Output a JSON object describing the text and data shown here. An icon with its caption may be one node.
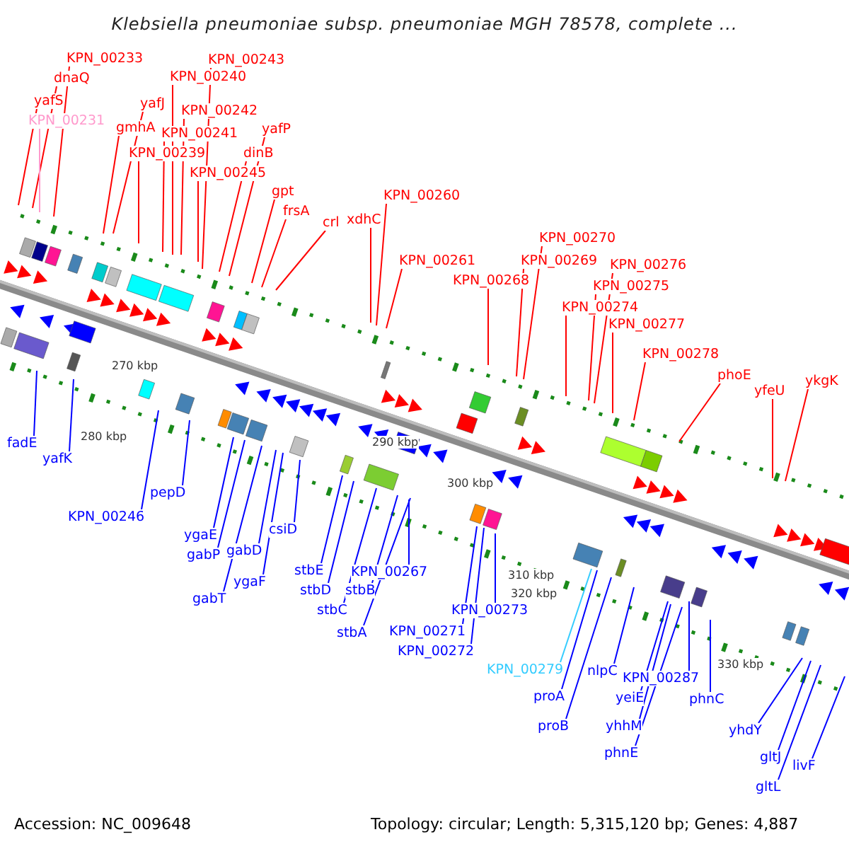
{
  "diagram": {
    "title": "Klebsiella pneumoniae subsp. pneumoniae MGH 78578, complete ...",
    "nodes": [
      {
        "text": [
          "KPN_00233"
        ]
      },
      {
        "text": [
          "dnaQ"
        ]
      },
      {
        "text": [
          "yafS"
        ]
      },
      {
        "text": [
          "KPN_00231"
        ]
      },
      {
        "text": [
          "KPN_00243"
        ]
      },
      {
        "text": [
          "KPN_00240"
        ]
      },
      {
        "text": [
          "yafJ"
        ]
      },
      {
        "text": [
          "KPN_00242"
        ]
      },
      {
        "text": [
          "gmhA"
        ]
      },
      {
        "text": [
          "KPN_00241"
        ]
      },
      {
        "text": [
          "KPN_00239"
        ]
      },
      {
        "text": [
          "yafP"
        ]
      },
      {
        "text": [
          "dinB"
        ]
      },
      {
        "text": [
          "KPN_00245"
        ]
      },
      {
        "text": [
          "gpt"
        ]
      },
      {
        "text": [
          "frsA"
        ]
      },
      {
        "text": [
          "crl"
        ]
      },
      {
        "text": [
          "xdhC"
        ]
      },
      {
        "text": [
          "KPN_00260"
        ]
      },
      {
        "text": [
          "KPN_00261"
        ]
      },
      {
        "text": [
          "KPN_00268"
        ]
      },
      {
        "text": [
          "KPN_00270"
        ]
      },
      {
        "text": [
          "KPN_00269"
        ]
      },
      {
        "text": [
          "KPN_00276"
        ]
      },
      {
        "text": [
          "KPN_00275"
        ]
      },
      {
        "text": [
          "KPN_00274"
        ]
      },
      {
        "text": [
          "KPN_00277"
        ]
      },
      {
        "text": [
          "KPN_00278"
        ]
      },
      {
        "text": [
          "phoE"
        ]
      },
      {
        "text": [
          "yfeU"
        ]
      },
      {
        "text": [
          "ykgK"
        ]
      },
      {
        "text": [
          "fadE"
        ]
      },
      {
        "text": [
          "yafK"
        ]
      },
      {
        "text": [
          "KPN_00246"
        ]
      },
      {
        "text": [
          "pepD"
        ]
      },
      {
        "text": [
          "ygaE"
        ]
      },
      {
        "text": [
          "gabP"
        ]
      },
      {
        "text": [
          "gabT"
        ]
      },
      {
        "text": [
          "gabD"
        ]
      },
      {
        "text": [
          "ygaF"
        ]
      },
      {
        "text": [
          "csiD"
        ]
      },
      {
        "text": [
          "stbE"
        ]
      },
      {
        "text": [
          "stbD"
        ]
      },
      {
        "text": [
          "stbC"
        ]
      },
      {
        "text": [
          "stbB"
        ]
      },
      {
        "text": [
          "stbA"
        ]
      },
      {
        "text": [
          "KPN_00267"
        ]
      },
      {
        "text": [
          "KPN_00271"
        ]
      },
      {
        "text": [
          "KPN_00272"
        ]
      },
      {
        "text": [
          "KPN_00273"
        ]
      },
      {
        "text": [
          "KPN_00279"
        ]
      },
      {
        "text": [
          "proA"
        ]
      },
      {
        "text": [
          "proB"
        ]
      },
      {
        "text": [
          "nlpC"
        ]
      },
      {
        "text": [
          "KPN_00287"
        ]
      },
      {
        "text": [
          "yeiE"
        ]
      },
      {
        "text": [
          "yhhM"
        ]
      },
      {
        "text": [
          "phnE"
        ]
      },
      {
        "text": [
          "phnC"
        ]
      },
      {
        "text": [
          "yhdY"
        ]
      },
      {
        "text": [
          "gltJ"
        ]
      },
      {
        "text": [
          "gltL"
        ]
      },
      {
        "text": [
          "livF"
        ]
      }
    ],
    "edges": [
      {
        "from": 0,
        "to": null,
        "arrow": "none",
        "color": "#ff0000"
      },
      {
        "from": 1,
        "to": null,
        "arrow": "none",
        "color": "#ff0000"
      },
      {
        "from": 2,
        "to": null,
        "arrow": "none",
        "color": "#ff0000"
      },
      {
        "from": 3,
        "to": null,
        "arrow": "none",
        "color": "#ff99cc"
      },
      {
        "from": 4,
        "to": null,
        "arrow": "none",
        "color": "#ff0000"
      },
      {
        "from": 5,
        "to": null,
        "arrow": "none",
        "color": "#ff0000"
      },
      {
        "from": 6,
        "to": null,
        "arrow": "none",
        "color": "#ff0000"
      },
      {
        "from": 7,
        "to": null,
        "arrow": "none",
        "color": "#ff0000"
      },
      {
        "from": 8,
        "to": null,
        "arrow": "none",
        "color": "#ff0000"
      },
      {
        "from": 9,
        "to": null,
        "arrow": "none",
        "color": "#ff0000"
      },
      {
        "from": 10,
        "to": null,
        "arrow": "none",
        "color": "#ff0000"
      },
      {
        "from": 11,
        "to": null,
        "arrow": "none",
        "color": "#ff0000"
      },
      {
        "from": 12,
        "to": null,
        "arrow": "none",
        "color": "#ff0000"
      },
      {
        "from": 13,
        "to": null,
        "arrow": "none",
        "color": "#ff0000"
      },
      {
        "from": 14,
        "to": null,
        "arrow": "none",
        "color": "#ff0000"
      },
      {
        "from": 15,
        "to": null,
        "arrow": "none",
        "color": "#ff0000"
      },
      {
        "from": 16,
        "to": null,
        "arrow": "none",
        "color": "#ff0000"
      },
      {
        "from": 17,
        "to": null,
        "arrow": "none",
        "color": "#ff0000"
      },
      {
        "from": 18,
        "to": null,
        "arrow": "none",
        "color": "#ff0000"
      },
      {
        "from": 19,
        "to": null,
        "arrow": "none",
        "color": "#ff0000"
      },
      {
        "from": 20,
        "to": null,
        "arrow": "none",
        "color": "#ff0000"
      },
      {
        "from": 21,
        "to": null,
        "arrow": "none",
        "color": "#ff0000"
      },
      {
        "from": 22,
        "to": null,
        "arrow": "none",
        "color": "#ff0000"
      },
      {
        "from": 23,
        "to": null,
        "arrow": "none",
        "color": "#ff0000"
      },
      {
        "from": 24,
        "to": null,
        "arrow": "none",
        "color": "#ff0000"
      },
      {
        "from": 25,
        "to": null,
        "arrow": "none",
        "color": "#ff0000"
      },
      {
        "from": 26,
        "to": null,
        "arrow": "none",
        "color": "#ff0000"
      },
      {
        "from": 27,
        "to": null,
        "arrow": "none",
        "color": "#ff0000"
      },
      {
        "from": 28,
        "to": null,
        "arrow": "none",
        "color": "#ff0000"
      },
      {
        "from": 29,
        "to": null,
        "arrow": "none",
        "color": "#ff0000"
      },
      {
        "from": 30,
        "to": null,
        "arrow": "none",
        "color": "#ff0000"
      },
      {
        "from": 31,
        "to": null,
        "arrow": "none",
        "color": "#0000ff"
      },
      {
        "from": 32,
        "to": null,
        "arrow": "none",
        "color": "#0000ff"
      },
      {
        "from": 33,
        "to": null,
        "arrow": "none",
        "color": "#0000ff"
      },
      {
        "from": 34,
        "to": null,
        "arrow": "none",
        "color": "#0000ff"
      },
      {
        "from": 35,
        "to": null,
        "arrow": "none",
        "color": "#0000ff"
      },
      {
        "from": 36,
        "to": null,
        "arrow": "none",
        "color": "#0000ff"
      },
      {
        "from": 37,
        "to": null,
        "arrow": "none",
        "color": "#0000ff"
      },
      {
        "from": 38,
        "to": null,
        "arrow": "none",
        "color": "#0000ff"
      },
      {
        "from": 39,
        "to": null,
        "arrow": "none",
        "color": "#0000ff"
      },
      {
        "from": 40,
        "to": null,
        "arrow": "none",
        "color": "#0000ff"
      },
      {
        "from": 41,
        "to": null,
        "arrow": "none",
        "color": "#0000ff"
      },
      {
        "from": 42,
        "to": null,
        "arrow": "none",
        "color": "#0000ff"
      },
      {
        "from": 43,
        "to": null,
        "arrow": "none",
        "color": "#0000ff"
      },
      {
        "from": 44,
        "to": null,
        "arrow": "none",
        "color": "#0000ff"
      },
      {
        "from": 45,
        "to": null,
        "arrow": "none",
        "color": "#0000ff"
      },
      {
        "from": 46,
        "to": null,
        "arrow": "none",
        "color": "#0000ff"
      },
      {
        "from": 47,
        "to": null,
        "arrow": "none",
        "color": "#0000ff"
      },
      {
        "from": 48,
        "to": null,
        "arrow": "none",
        "color": "#0000ff"
      },
      {
        "from": 49,
        "to": null,
        "arrow": "none",
        "color": "#0000ff"
      },
      {
        "from": 50,
        "to": null,
        "arrow": "none",
        "color": "#33ccff"
      },
      {
        "from": 51,
        "to": null,
        "arrow": "none",
        "color": "#0000ff"
      },
      {
        "from": 52,
        "to": null,
        "arrow": "none",
        "color": "#0000ff"
      },
      {
        "from": 53,
        "to": null,
        "arrow": "none",
        "color": "#0000ff"
      },
      {
        "from": 54,
        "to": null,
        "arrow": "none",
        "color": "#0000ff"
      },
      {
        "from": 55,
        "to": null,
        "arrow": "none",
        "color": "#0000ff"
      },
      {
        "from": 56,
        "to": null,
        "arrow": "none",
        "color": "#0000ff"
      },
      {
        "from": 57,
        "to": null,
        "arrow": "none",
        "color": "#0000ff"
      },
      {
        "from": 58,
        "to": null,
        "arrow": "none",
        "color": "#0000ff"
      },
      {
        "from": 59,
        "to": null,
        "arrow": "none",
        "color": "#0000ff"
      },
      {
        "from": 60,
        "to": null,
        "arrow": "none",
        "color": "#0000ff"
      },
      {
        "from": 61,
        "to": null,
        "arrow": "none",
        "color": "#0000ff"
      },
      {
        "from": 62,
        "to": null,
        "arrow": "none",
        "color": "#0000ff"
      }
    ],
    "labels": [
      "270 kbp",
      "280 kbp",
      "290 kbp",
      "300 kbp",
      "310 kbp",
      "320 kbp",
      "330 kbp",
      "Accession: NC_009648",
      "Topology: circular; Length: 5,315,120 bp; Genes: 4,887"
    ]
  }
}
